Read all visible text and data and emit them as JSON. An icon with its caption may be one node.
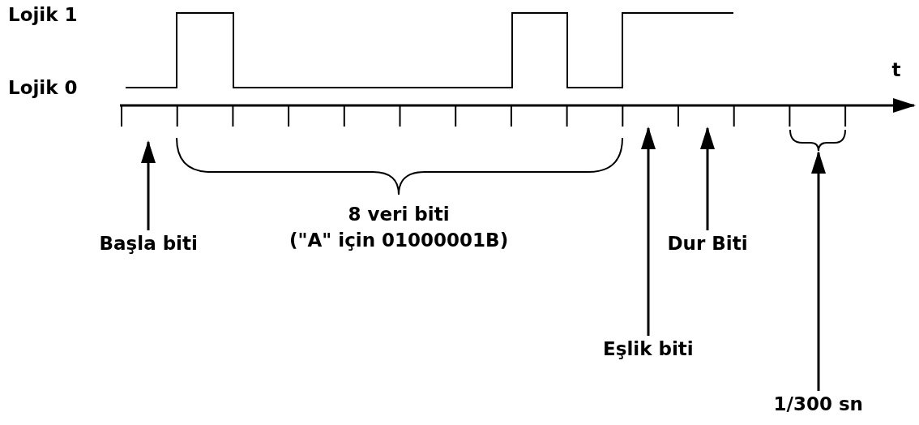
{
  "diagram": {
    "nodes": [
      {
        "text": [
          "Başla biti"
        ]
      },
      {
        "text": [
          "Eşlik biti"
        ]
      },
      {
        "text": [
          "Dur Biti"
        ]
      },
      {
        "text": [
          "1/300 sn"
        ]
      },
      {
        "text": [],
        "shape": "axis"
      },
      {
        "text": [],
        "shape": "brace"
      }
    ],
    "edges": [
      {
        "from": 0,
        "to": 4,
        "arrow": "to"
      },
      {
        "from": 1,
        "to": 4,
        "arrow": "to"
      },
      {
        "from": 2,
        "to": 4,
        "arrow": "to"
      },
      {
        "from": 3,
        "to": 5,
        "arrow": "to"
      }
    ],
    "labels": [
      "Lojik 1",
      "Lojik 0",
      "t",
      "8 veri biti",
      "(\"A\" için 01000001B)"
    ]
  }
}
